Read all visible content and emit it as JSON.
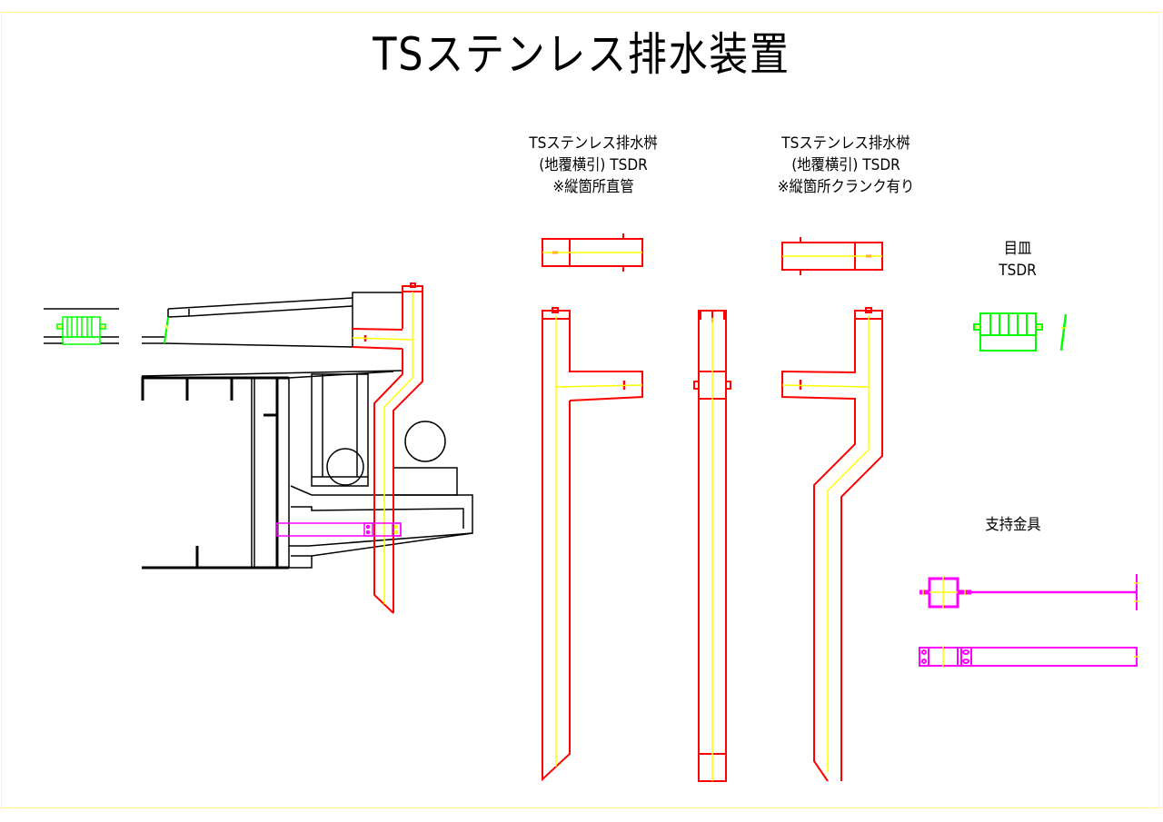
{
  "drawing": {
    "title": "TSステンレス排水装置",
    "colors": {
      "structure": "#000000",
      "pipe": "#ff0000",
      "centerline": "#ffff00",
      "grate": "#00ff00",
      "bracket": "#ff00ff",
      "frame": "#ffff80"
    },
    "sections": {
      "straight": {
        "line1": "TSステンレス排水桝",
        "line2": "(地覆横引) TSDR",
        "line3": "※縦箇所直管"
      },
      "crank": {
        "line1": "TSステンレス排水桝",
        "line2": "(地覆横引) TSDR",
        "line3": "※縦箇所クランク有り"
      },
      "grate": {
        "line1": "目皿",
        "line2": "TSDR"
      },
      "bracket": {
        "line1": "支持金具"
      }
    }
  }
}
